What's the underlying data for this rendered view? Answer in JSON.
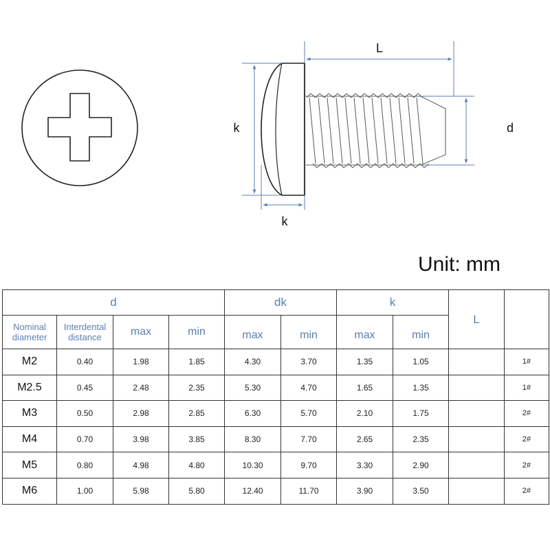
{
  "drawing": {
    "label_L": "L",
    "label_k_left": "k",
    "label_k_bottom": "k",
    "label_d": "d",
    "icon": "phillips-cross-head"
  },
  "unit": "Unit: mm",
  "table": {
    "group_headers": {
      "d": "d",
      "dk": "dk",
      "k": "k",
      "L": "L"
    },
    "sub_headers": {
      "nominal": "Nominal diameter",
      "interdental": "Interdental distance",
      "max": "max",
      "min": "min"
    },
    "rows": [
      {
        "nominal": "M2",
        "pitch": "0.40",
        "d_max": "1.98",
        "d_min": "1.85",
        "dk_max": "4.30",
        "dk_min": "3.70",
        "k_max": "1.35",
        "k_min": "1.05",
        "L": "",
        "pack": "1#"
      },
      {
        "nominal": "M2.5",
        "pitch": "0.45",
        "d_max": "2.48",
        "d_min": "2.35",
        "dk_max": "5.30",
        "dk_min": "4.70",
        "k_max": "1.65",
        "k_min": "1.35",
        "L": "",
        "pack": "1#"
      },
      {
        "nominal": "M3",
        "pitch": "0.50",
        "d_max": "2.98",
        "d_min": "2.85",
        "dk_max": "6.30",
        "dk_min": "5.70",
        "k_max": "2.10",
        "k_min": "1.75",
        "L": "",
        "pack": "2#"
      },
      {
        "nominal": "M4",
        "pitch": "0.70",
        "d_max": "3.98",
        "d_min": "3.85",
        "dk_max": "8.30",
        "dk_min": "7.70",
        "k_max": "2.65",
        "k_min": "2.35",
        "L": "",
        "pack": "2#"
      },
      {
        "nominal": "M5",
        "pitch": "0.80",
        "d_max": "4.98",
        "d_min": "4.80",
        "dk_max": "10.30",
        "dk_min": "9.70",
        "k_max": "3.30",
        "k_min": "2.90",
        "L": "",
        "pack": "2#"
      },
      {
        "nominal": "M6",
        "pitch": "1.00",
        "d_max": "5.98",
        "d_min": "5.80",
        "dk_max": "12.40",
        "dk_min": "11.70",
        "k_max": "3.90",
        "k_min": "3.50",
        "L": "",
        "pack": "2#"
      }
    ]
  },
  "colors": {
    "dimension": "#5b7fb0",
    "line": "#222222",
    "text": "#111111"
  }
}
